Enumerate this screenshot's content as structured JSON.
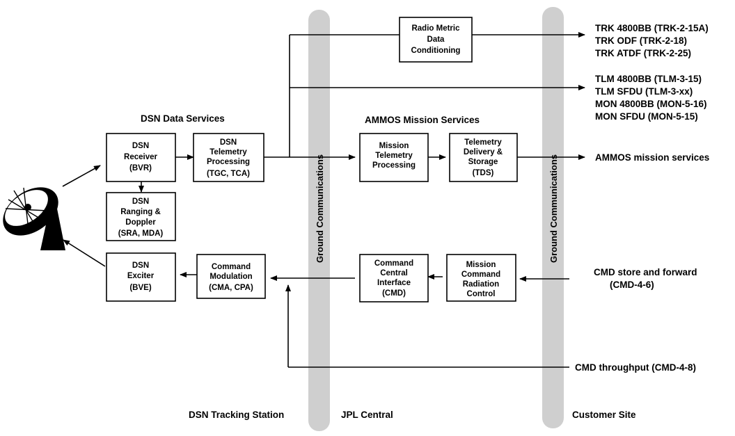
{
  "boxes": {
    "radio_metric": [
      "Radio Metric",
      "Data",
      "Conditioning"
    ],
    "dsn_receiver": [
      "DSN",
      "Receiver",
      "(BVR)"
    ],
    "dsn_telemetry": [
      "DSN",
      "Telemetry",
      "Processing",
      "(TGC, TCA)"
    ],
    "dsn_ranging": [
      "DSN",
      "Ranging &",
      "Doppler",
      "(SRA, MDA)"
    ],
    "dsn_exciter": [
      "DSN",
      "Exciter",
      "(BVE)"
    ],
    "command_modulation": [
      "Command",
      "Modulation",
      "(CMA, CPA)"
    ],
    "mission_telemetry": [
      "Mission",
      "Telemetry",
      "Processing"
    ],
    "telemetry_delivery": [
      "Telemetry",
      "Delivery &",
      "Storage",
      "(TDS)"
    ],
    "command_central": [
      "Command",
      "Central",
      "Interface",
      "(CMD)"
    ],
    "mission_command": [
      "Mission",
      "Command",
      "Radiation",
      "Control"
    ]
  },
  "sections": {
    "dsn_data_services": "DSN Data Services",
    "ammos_mission_services": "AMMOS Mission Services"
  },
  "ground_communications": "Ground Communications",
  "outputs": {
    "trk": [
      "TRK 4800BB (TRK-2-15A)",
      "TRK ODF (TRK-2-18)",
      "TRK ATDF (TRK-2-25)"
    ],
    "tlm": [
      "TLM 4800BB (TLM-3-15)",
      "TLM SFDU (TLM-3-xx)",
      "MON 4800BB (MON-5-16)",
      "MON SFDU (MON-5-15)"
    ],
    "ammos": "AMMOS mission services",
    "cmd_store": [
      "CMD store and forward",
      "(CMD-4-6)"
    ],
    "cmd_throughput": "CMD throughput (CMD-4-8)"
  },
  "footer": {
    "dsn_station": "DSN Tracking Station",
    "jpl_central": "JPL Central",
    "customer_site": "Customer Site"
  },
  "icons": {
    "antenna": "satellite-dish-icon"
  },
  "colors": {
    "pillar": "#cfcfcf",
    "line": "#000000"
  }
}
